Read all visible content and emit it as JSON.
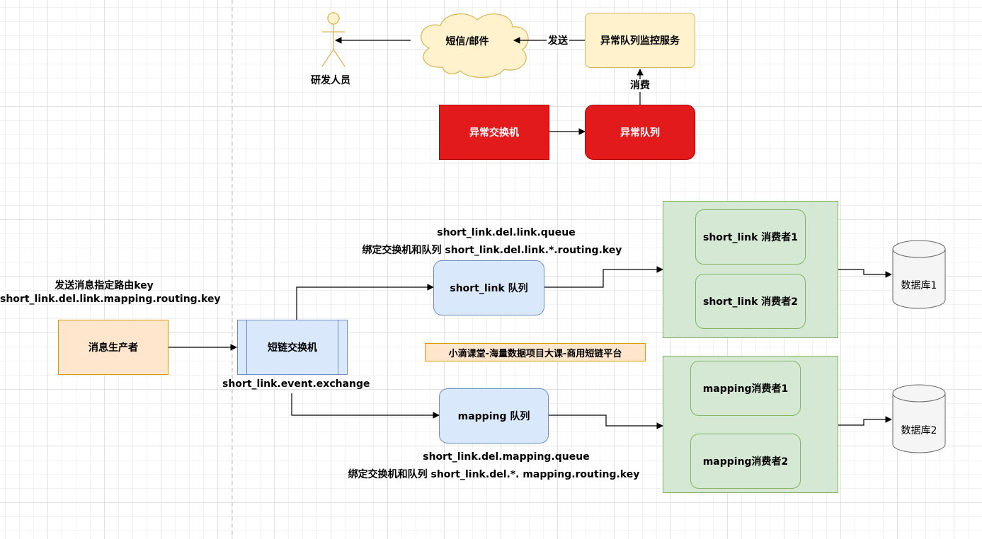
{
  "nodes": {
    "developer": "研发人员",
    "sms_email": "短信/邮件",
    "exception_monitor": "异常队列监控服务",
    "exception_exchange": "异常交换机",
    "exception_queue": "异常队列",
    "producer": "消息生产者",
    "short_exchange": "短链交换机",
    "short_link_queue": "short_link 队列",
    "mapping_queue": "mapping 队列",
    "short_link_consumer1": "short_link 消费者1",
    "short_link_consumer2": "short_link 消费者2",
    "mapping_consumer1": "mapping消费者1",
    "mapping_consumer2": "mapping消费者2",
    "database1": "数据库1",
    "database2": "数据库2"
  },
  "labels": {
    "send": "发送",
    "consume": "消费",
    "producer_key_line1": "发送消息指定路由key",
    "producer_key_line2": "short_link.del.link.mapping.routing.key",
    "exchange_name": "short_link.event.exchange",
    "short_link_queue_name": "short_link.del.link.queue",
    "short_link_binding": "绑定交换机和队列 short_link.del.link.*.routing.key",
    "mapping_queue_name": "short_link.del.mapping.queue",
    "mapping_binding": "绑定交换机和队列 short_link.del.*. mapping.routing.key",
    "banner": "小滴课堂-海量数据项目大课-商用短链平台"
  },
  "colors": {
    "yellow_fill": "#fff2cc",
    "red_fill": "#e31a1c",
    "blue_fill": "#dae8fc",
    "green_fill": "#d5e8d4",
    "orange_fill": "#ffe6cc",
    "db_fill": "#f5f5f5"
  }
}
